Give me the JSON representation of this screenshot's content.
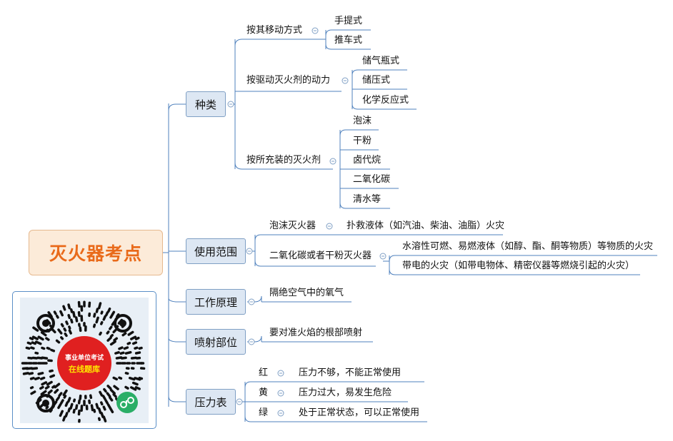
{
  "root": "灭火器考点",
  "branches": {
    "types": {
      "label": "种类",
      "by_movement": {
        "label": "按其移动方式",
        "items": [
          "手提式",
          "推车式"
        ]
      },
      "by_drive": {
        "label": "按驱动灭火剂的动力",
        "items": [
          "储气瓶式",
          "储压式",
          "化学反应式"
        ]
      },
      "by_agent": {
        "label": "按所充装的灭火剂",
        "items": [
          "泡沫",
          "干粉",
          "卤代烷",
          "二氧化碳",
          "清水等"
        ]
      }
    },
    "scope": {
      "label": "使用范围",
      "foam": {
        "label": "泡沫灭火器",
        "item": "扑救液体（如汽油、柴油、油脂）火灾"
      },
      "co2": {
        "label": "二氧化碳或者干粉灭火器",
        "items": [
          "水溶性可燃、易燃液体（如醇、酯、酮等物质）等物质的火灾",
          "带电的火灾（如带电物体、精密仪器等燃烧引起的火灾）"
        ]
      }
    },
    "principle": {
      "label": "工作原理",
      "item": "隔绝空气中的氧气"
    },
    "spray": {
      "label": "喷射部位",
      "item": "要对准火焰的根部喷射"
    },
    "gauge": {
      "label": "压力表",
      "rows": [
        {
          "color": "红",
          "text": "压力不够，不能正常使用"
        },
        {
          "color": "黄",
          "text": "压力过大，易发生危险"
        },
        {
          "color": "绿",
          "text": "处于正常状态，可以正常使用"
        }
      ]
    }
  },
  "qr": {
    "line1": "事业单位考试",
    "line2": "在线题库"
  },
  "colors": {
    "connector": "#4f81bd",
    "root_text": "#e96a1a",
    "qr_red": "#e02020"
  }
}
